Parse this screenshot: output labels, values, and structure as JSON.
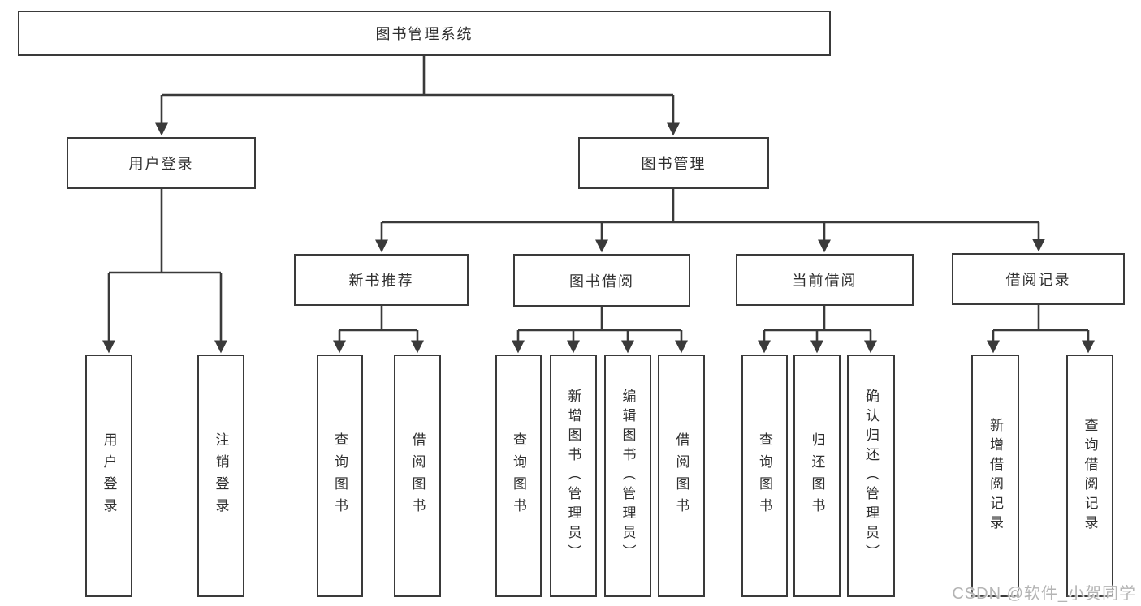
{
  "diagram": {
    "root": {
      "label": "图书管理系统"
    },
    "user_login": {
      "label": "用户登录",
      "children": [
        {
          "label": "用户登录"
        },
        {
          "label": "注销登录"
        }
      ]
    },
    "book_management": {
      "label": "图书管理",
      "sections": [
        {
          "label": "新书推荐",
          "children": [
            {
              "label": "查询图书"
            },
            {
              "label": "借阅图书"
            }
          ]
        },
        {
          "label": "图书借阅",
          "children": [
            {
              "label": "查询图书"
            },
            {
              "label": "新增图书（管理员）"
            },
            {
              "label": "编辑图书（管理员）"
            },
            {
              "label": "借阅图书"
            }
          ]
        },
        {
          "label": "当前借阅",
          "children": [
            {
              "label": "查询图书"
            },
            {
              "label": "归还图书"
            },
            {
              "label": "确认归还（管理员）"
            }
          ]
        },
        {
          "label": "借阅记录",
          "children": [
            {
              "label": "新增借阅记录"
            },
            {
              "label": "查询借阅记录"
            }
          ]
        }
      ]
    }
  },
  "watermark": {
    "text": "CSDN @软件_小贺同学"
  },
  "colors": {
    "line": "#3a3a3a",
    "text": "#2f2f2f",
    "background": "#ffffff",
    "watermark": "#b4b4b4"
  }
}
